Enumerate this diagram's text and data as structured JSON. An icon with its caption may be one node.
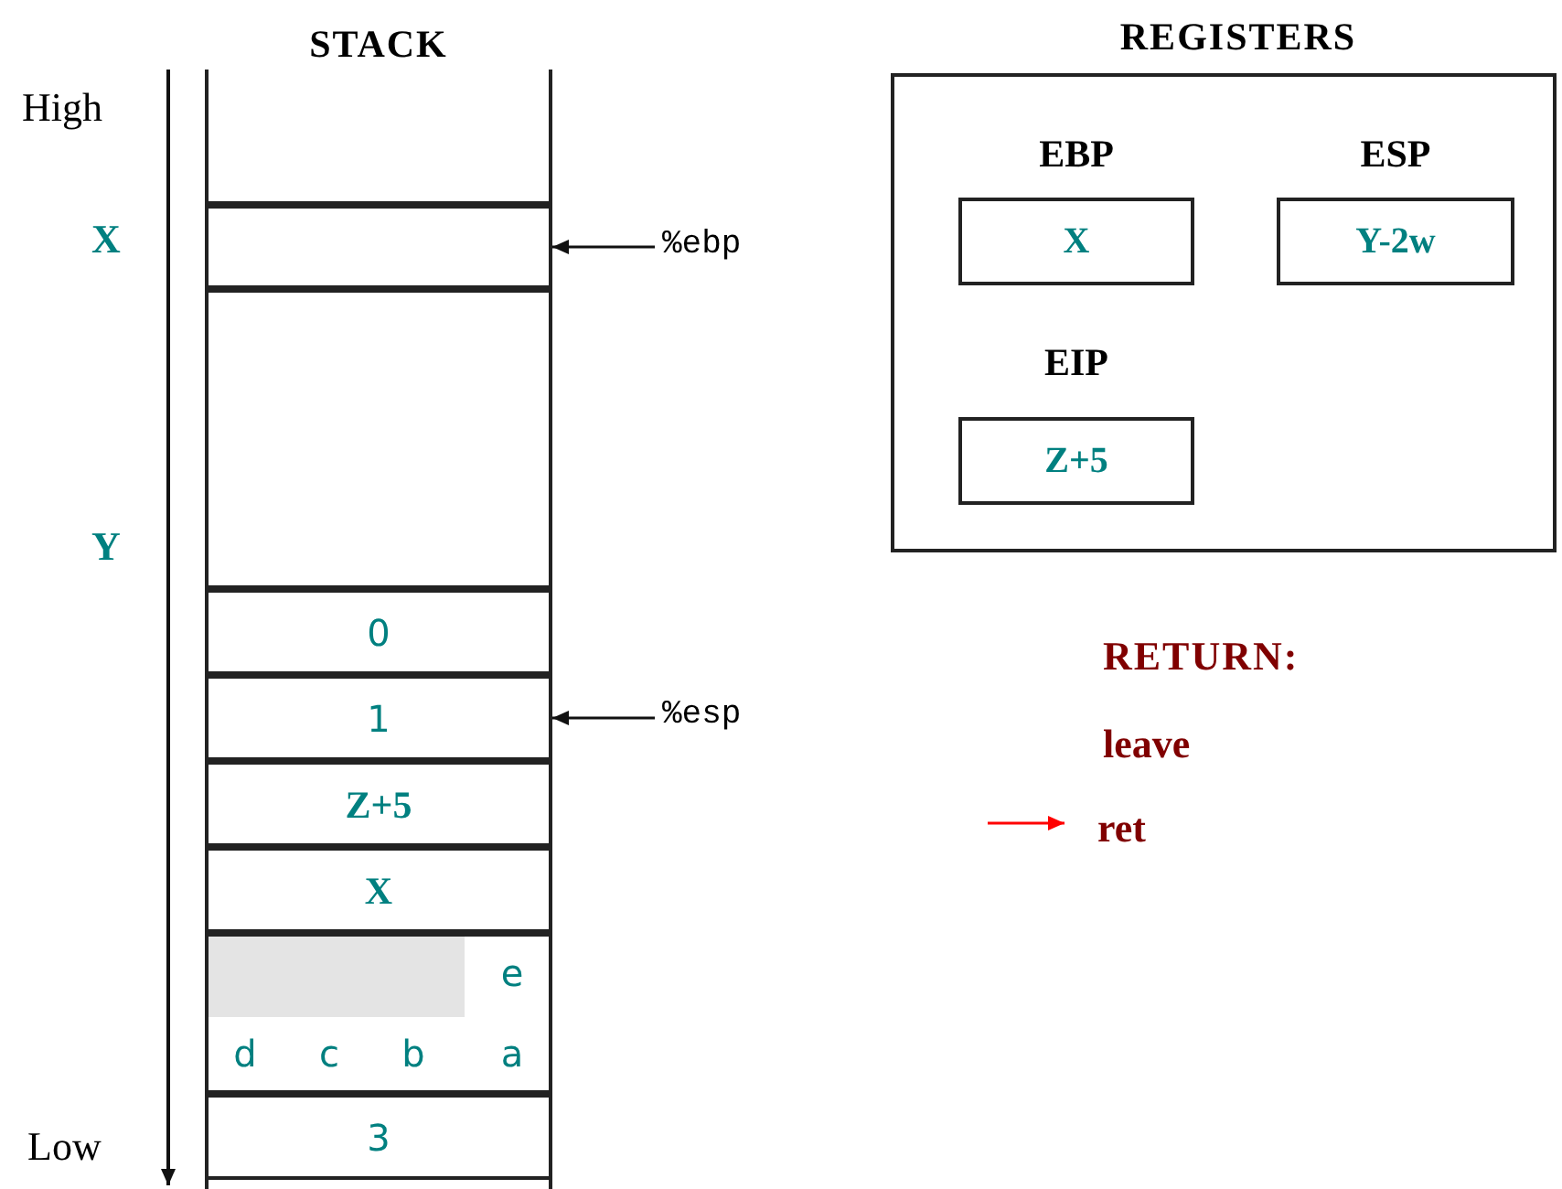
{
  "diagram": {
    "nodes": [
      {
        "text": [
          "STACK"
        ]
      },
      {
        "text": [],
        "shape": "box",
        "in": 0
      },
      {
        "text": [],
        "shape": "box",
        "in": 0
      },
      {
        "text": [],
        "shape": "box",
        "in": 0
      },
      {
        "text": [
          "0"
        ],
        "in": 0
      },
      {
        "text": [
          "1"
        ],
        "in": 0
      },
      {
        "text": [
          "Z+5"
        ],
        "in": 0
      },
      {
        "text": [
          "X"
        ],
        "in": 0
      },
      {
        "text": [
          "e",
          "d",
          "c",
          "b",
          "a"
        ],
        "in": 0
      },
      {
        "text": [
          "3"
        ],
        "in": 0
      },
      {
        "text": [
          "%ebp"
        ]
      },
      {
        "text": [
          "%esp"
        ]
      },
      {
        "text": [
          "REGISTERS"
        ]
      },
      {
        "text": [
          "EBP",
          "X"
        ],
        "in": 12
      },
      {
        "text": [
          "ESP",
          "Y-2w"
        ],
        "in": 12
      },
      {
        "text": [
          "EIP",
          "Z+5"
        ],
        "in": 12
      },
      {
        "text": [
          "ret"
        ]
      }
    ],
    "edges": [
      {
        "from": 10,
        "to": 2,
        "arrow": "to"
      },
      {
        "from": 11,
        "to": 5,
        "arrow": "to"
      },
      {
        "from": null,
        "to": 16,
        "arrow": "to",
        "color": "#ff0000"
      }
    ],
    "labels": [
      "High",
      "X",
      "Y",
      "RETURN:",
      "leave",
      "Low"
    ]
  }
}
